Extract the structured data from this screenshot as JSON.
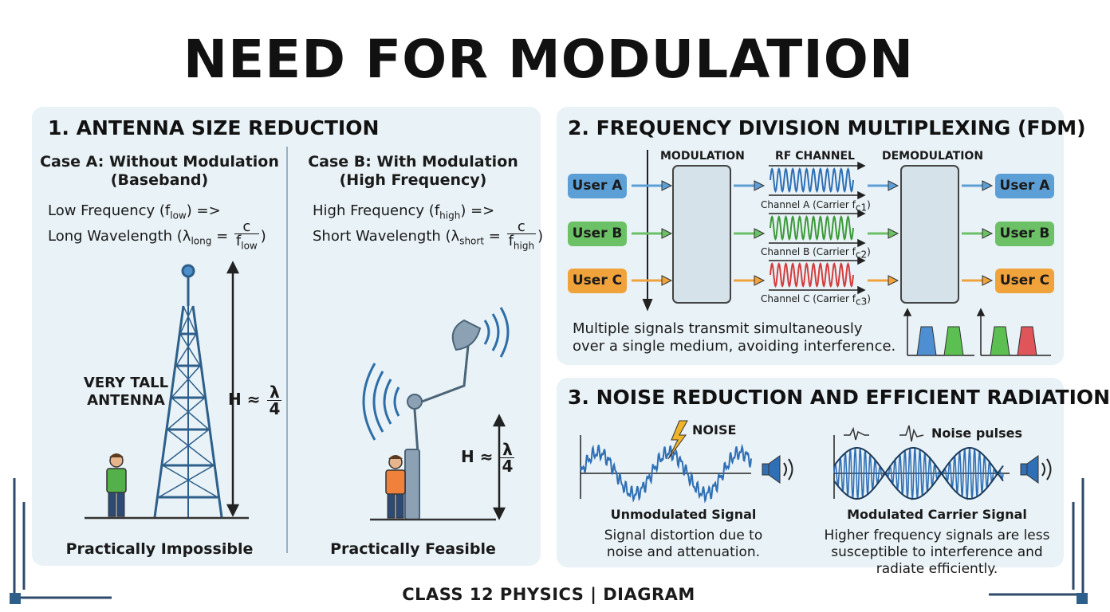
{
  "title": "NEED FOR MODULATION",
  "footer": "CLASS 12 PHYSICS | DIAGRAM",
  "section1": {
    "title": "1. ANTENNA SIZE REDUCTION",
    "caseA": {
      "title_line1": "Case A: Without Modulation",
      "title_line2": "(Baseband)",
      "line1_pre": "Low Frequency (f",
      "line1_sub": "low",
      "line1_post": ") =>",
      "line2_pre": "Long Wavelength (λ",
      "line2_sub": "long",
      "line2_eq": " = ",
      "frac_num": "c",
      "frac_den_pre": "f",
      "frac_den_sub": "low",
      "line2_post": ")",
      "tower_label_1": "VERY TALL",
      "tower_label_2": "ANTENNA",
      "height_pre": "H ≈",
      "height_num": "λ",
      "height_den": "4",
      "caption": "Practically Impossible"
    },
    "caseB": {
      "title_line1": "Case B: With Modulation",
      "title_line2": "(High Frequency)",
      "line1_pre": "High Frequency (f",
      "line1_sub": "high",
      "line1_post": ") =>",
      "line2_pre": "Short Wavelength (λ",
      "line2_sub": "short",
      "line2_eq": " = ",
      "frac_num": "c",
      "frac_den_pre": "f",
      "frac_den_sub": "high",
      "line2_post": ")",
      "height_pre": "H ≈",
      "height_num": "λ",
      "height_den": "4",
      "caption": "Practically Feasible"
    }
  },
  "section2": {
    "title": "2. FREQUENCY DIVISION MULTIPLEXING (FDM)",
    "header_modulation": "MODULATION",
    "header_channel": "RF CHANNEL",
    "header_demodulation": "DEMODULATION",
    "users_in": [
      "User A",
      "User B",
      "User C"
    ],
    "users_out": [
      "User A",
      "User B",
      "User C"
    ],
    "channels": [
      {
        "pre": "Channel A (Carrier f",
        "sub": "c1",
        "post": ")"
      },
      {
        "pre": "Channel B (Carrier f",
        "sub": "c2",
        "post": ")"
      },
      {
        "pre": "Channel C (Carrier f",
        "sub": "c3",
        "post": ")"
      }
    ],
    "desc_line1": "Multiple signals transmit simultaneously",
    "desc_line2": "over a single medium, avoiding interference.",
    "colors": {
      "a": "#5c9fd6",
      "b": "#6cc065",
      "c": "#f1a33b",
      "wave_a": "#2f6fb5",
      "wave_b": "#3d9a3a",
      "wave_c": "#d43d3d"
    }
  },
  "section3": {
    "title": "3. NOISE REDUCTION AND EFFICIENT RADIATION",
    "noise_label": "NOISE",
    "noise_pulses_label": "Noise pulses",
    "left_caption": "Unmodulated Signal",
    "left_desc_1": "Signal distortion due to",
    "left_desc_2": "noise and attenuation.",
    "right_caption": "Modulated Carrier Signal",
    "right_desc_1": "Higher frequency signals are less",
    "right_desc_2": "susceptible to interference and",
    "right_desc_3": "radiate efficiently."
  }
}
